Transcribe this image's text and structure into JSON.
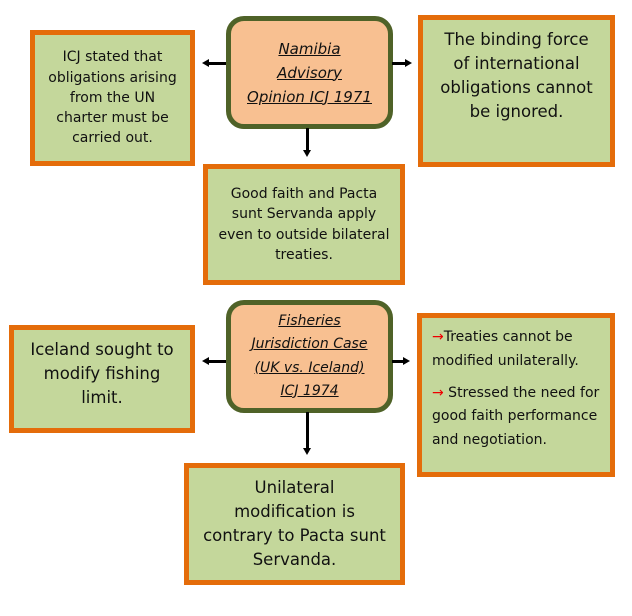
{
  "case1": {
    "title_lines": [
      "Namibia",
      "Advisory",
      "Opinion ICJ 1971"
    ],
    "left": "ICJ stated that obligations arising from the UN charter must be carried out.",
    "right": "The binding force of international obligations cannot be ignored.",
    "bottom": "Good faith and Pacta sunt Servanda apply even to outside bilateral treaties."
  },
  "case2": {
    "title_lines": [
      "Fisheries",
      "Jurisdiction Case",
      "(UK vs. Iceland)",
      "ICJ 1974"
    ],
    "left": "Iceland sought to modify fishing limit.",
    "right": [
      {
        "arrow": "→",
        "text": "Treaties cannot be modified unilaterally."
      },
      {
        "arrow": "→",
        "text": " Stressed the need for good faith performance and negotiation."
      }
    ],
    "bottom": "Unilateral modification is contrary to Pacta sunt Servanda."
  },
  "colors": {
    "box_fill": "#c4d79b",
    "box_border": "#e46c0a",
    "center_fill": "#f8c091",
    "center_border": "#4f6228"
  }
}
